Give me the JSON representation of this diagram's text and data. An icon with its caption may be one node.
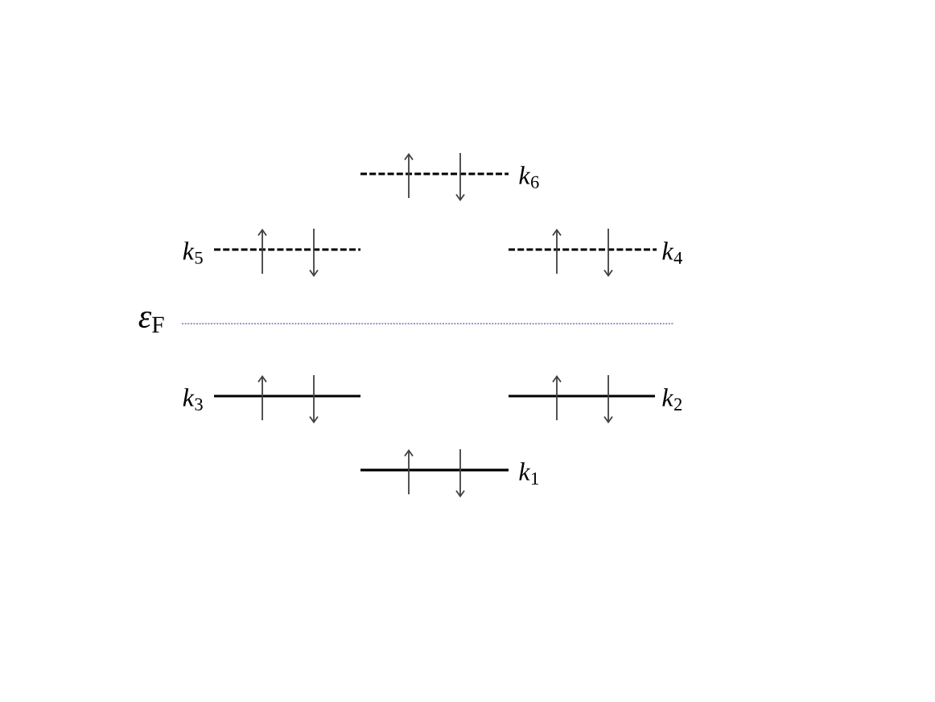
{
  "diagram": {
    "labels": [
      "*k*$_{6}$",
      "*k*$_{5}$",
      "*k*$_{4}$",
      "*ε*$_{F}$",
      "*k*$_{3}$",
      "*k*$_{2}$",
      "*k*$_{1}$"
    ]
  }
}
